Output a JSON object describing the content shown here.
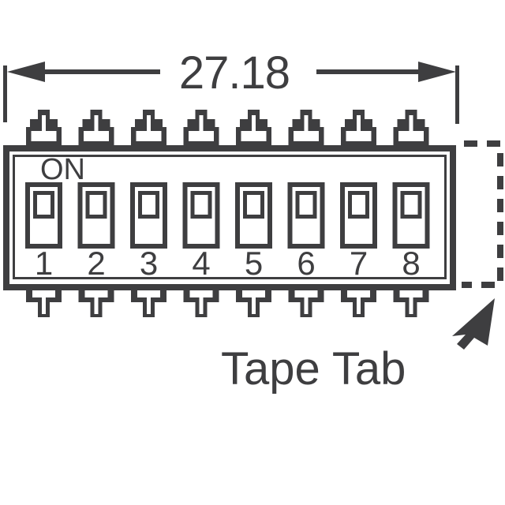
{
  "dimension": {
    "value": "27.18"
  },
  "body": {
    "on_label": "ON"
  },
  "switches": {
    "positions": [
      "1",
      "2",
      "3",
      "4",
      "5",
      "6",
      "7",
      "8"
    ]
  },
  "annotations": {
    "tape_tab_label": "Tape Tab"
  },
  "colors": {
    "ink": "#3e3e40",
    "background": "#ffffff"
  }
}
